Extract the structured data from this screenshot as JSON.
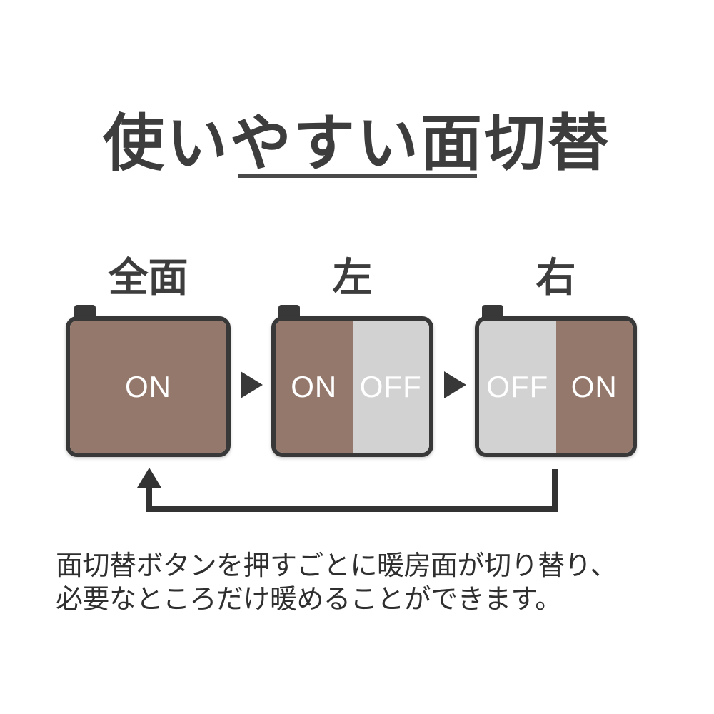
{
  "title": "使いやすい面切替",
  "colors": {
    "heat_on": "#94786c",
    "heat_off": "#d2d2d3",
    "outline": "#383838",
    "text": "#3d3d3d"
  },
  "states": [
    {
      "label": "全面",
      "zones": [
        {
          "state": "ON"
        }
      ]
    },
    {
      "label": "左",
      "zones": [
        {
          "state": "ON"
        },
        {
          "state": "OFF"
        }
      ]
    },
    {
      "label": "右",
      "zones": [
        {
          "state": "OFF"
        },
        {
          "state": "ON"
        }
      ]
    }
  ],
  "arrows": {
    "step_arrow": "right-triangle",
    "loop_arrow": "returns-to-first-state"
  },
  "description": {
    "line1": "面切替ボタンを押すごとに暖房面が切り替り、",
    "line2": "必要なところだけ暖めることができます。"
  }
}
